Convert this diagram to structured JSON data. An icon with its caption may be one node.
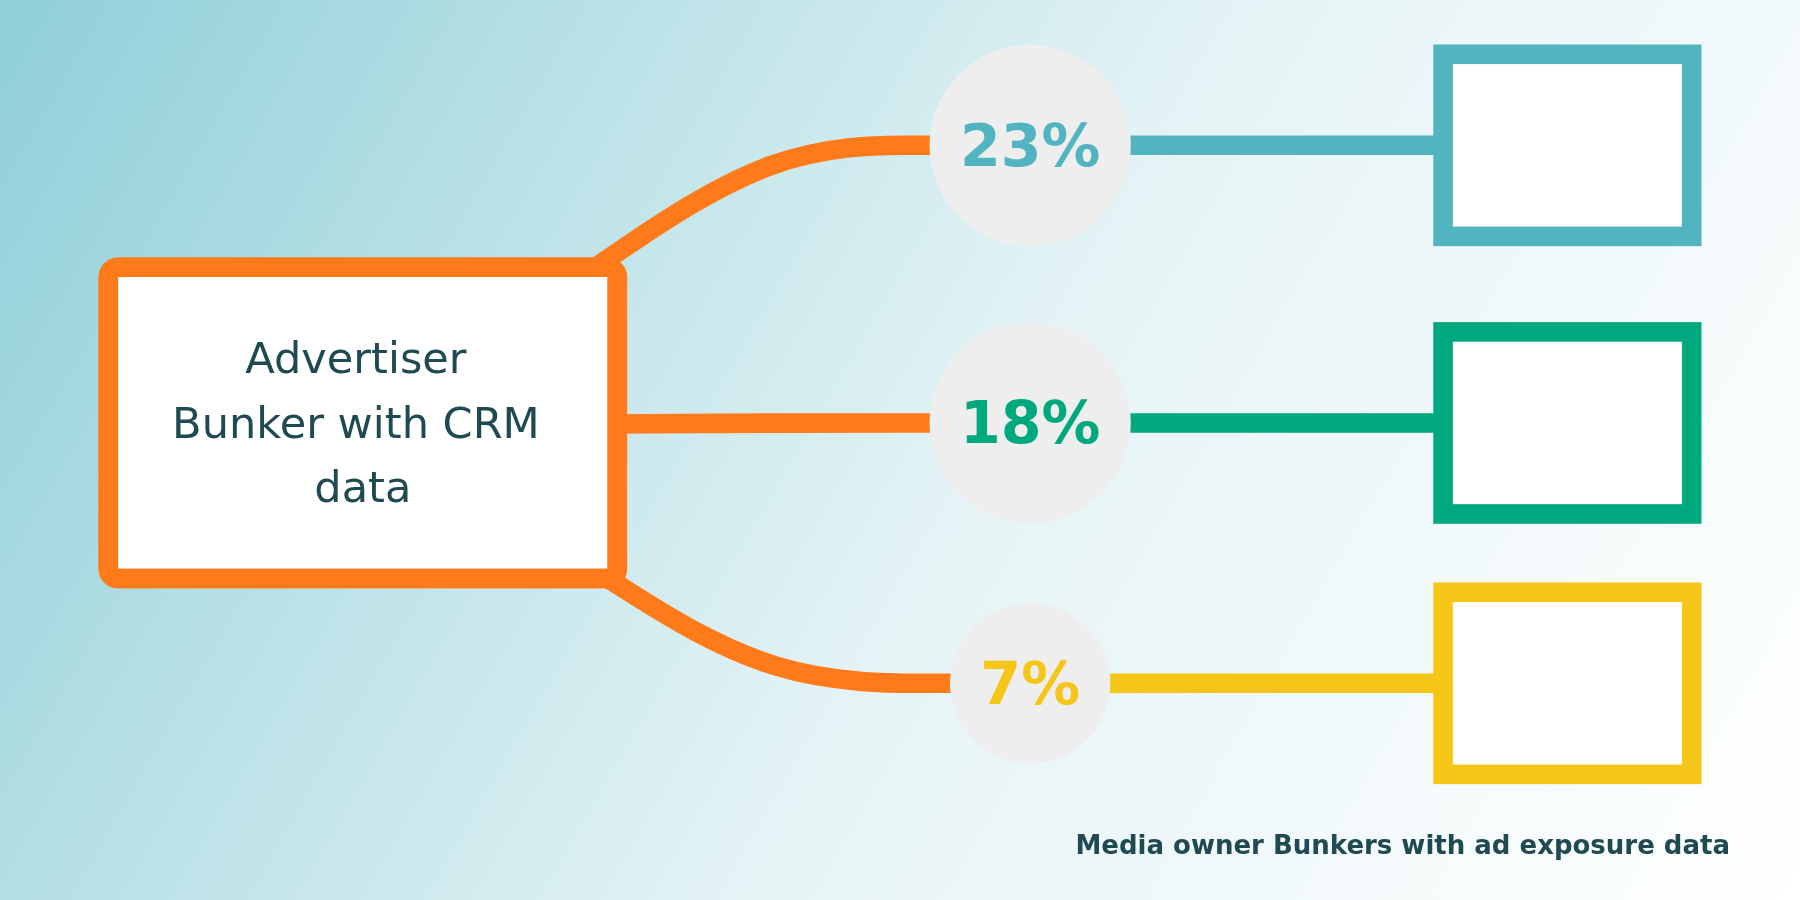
{
  "diagram": {
    "nodes": [
      {
        "text": [
          "Advertiser Bunker with CRM data"
        ]
      },
      {
        "text": [
          "23%"
        ]
      },
      {
        "text": [
          "18%"
        ]
      },
      {
        "text": [
          "7%"
        ]
      },
      {
        "text": [],
        "shape": "box"
      },
      {
        "text": [],
        "shape": "box"
      },
      {
        "text": [],
        "shape": "box"
      }
    ],
    "edges": [
      {
        "from": 0,
        "to": 1,
        "arrow": "none",
        "color": "#ff7a1a"
      },
      {
        "from": 0,
        "to": 2,
        "arrow": "none",
        "color": "#ff7a1a"
      },
      {
        "from": 0,
        "to": 3,
        "arrow": "none",
        "color": "#ff7a1a"
      },
      {
        "from": 1,
        "to": 4,
        "arrow": "none",
        "color": "#52b4c0"
      },
      {
        "from": 2,
        "to": 5,
        "arrow": "none",
        "color": "#00a87e"
      },
      {
        "from": 3,
        "to": 6,
        "arrow": "none",
        "color": "#f5c518"
      }
    ],
    "labels": [
      "Media owner Bunkers with ad exposure data"
    ]
  }
}
